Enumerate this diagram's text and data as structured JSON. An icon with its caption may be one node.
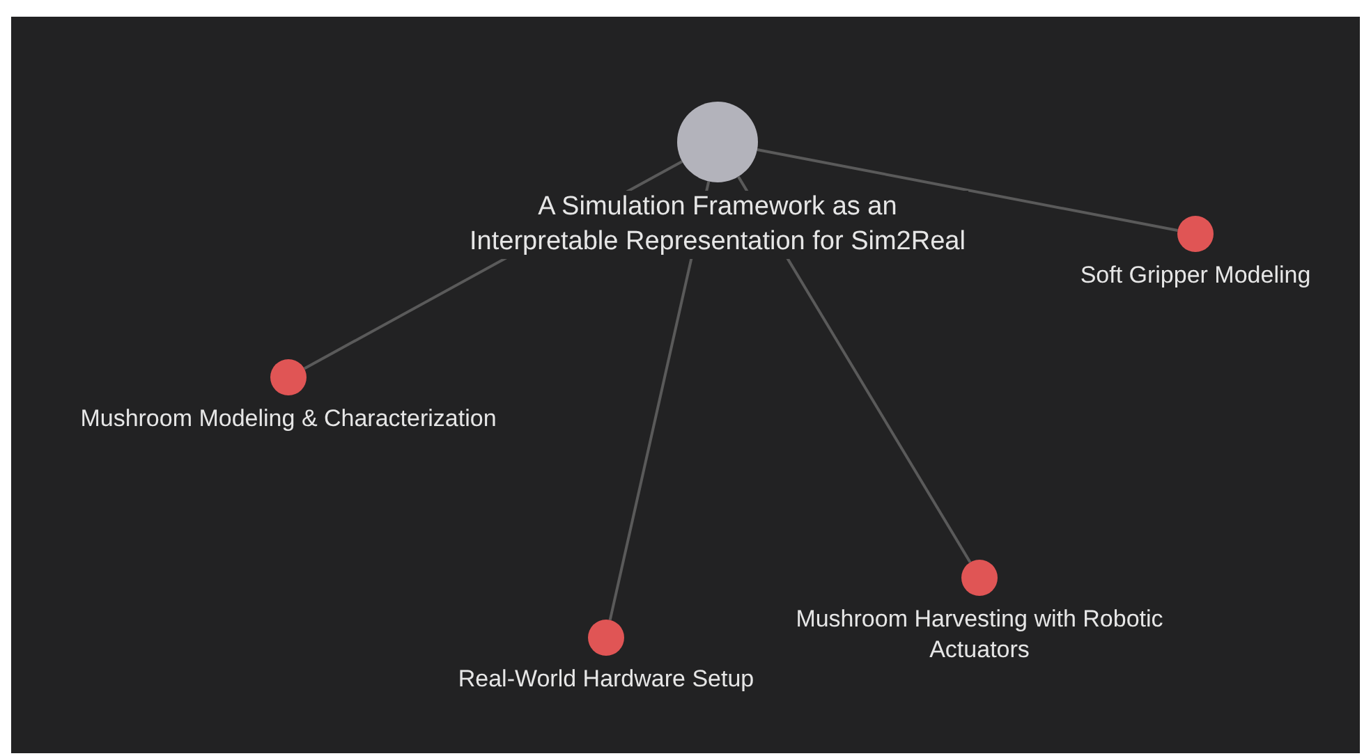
{
  "diagram": {
    "nodes": [
      {
        "text": [
          "A Simulation Framework as an Interpretable Representation for Sim2Real"
        ]
      },
      {
        "text": [
          "Soft Gripper Modeling"
        ]
      },
      {
        "text": [
          "Mushroom Modeling & Characterization"
        ]
      },
      {
        "text": [
          "Mushroom Harvesting with Robotic Actuators"
        ]
      },
      {
        "text": [
          "Real-World Hardware Setup"
        ]
      }
    ],
    "edges": [
      {
        "from": 0,
        "to": 1,
        "arrow": "none"
      },
      {
        "from": 0,
        "to": 2,
        "arrow": "none"
      },
      {
        "from": 0,
        "to": 3,
        "arrow": "none"
      },
      {
        "from": 0,
        "to": 4,
        "arrow": "none"
      }
    ]
  }
}
